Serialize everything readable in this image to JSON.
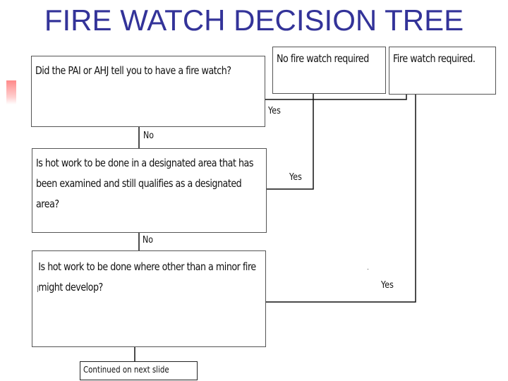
{
  "title": "FIRE WATCH DECISION TREE",
  "questions": {
    "q1": "Did the PAI or AHJ tell you to have a fire watch?",
    "q2": "Is hot work to be done in a designated area that has been examined and still qualifies as a designated area?",
    "q3": "Is hot work to be done where other than a minor fire might develop?"
  },
  "outcomes": {
    "no_fire_watch": "No fire watch required",
    "fire_watch": "Fire watch required."
  },
  "labels": {
    "yes_1": "Yes",
    "no_1": "No",
    "yes_2": "Yes",
    "no_2": "No",
    "yes_3": "Yes"
  },
  "continued": "Continued on next slide",
  "colors": {
    "title": "#333399",
    "line": "#111111",
    "border": "#555555",
    "accent": "#ff8a8a"
  }
}
